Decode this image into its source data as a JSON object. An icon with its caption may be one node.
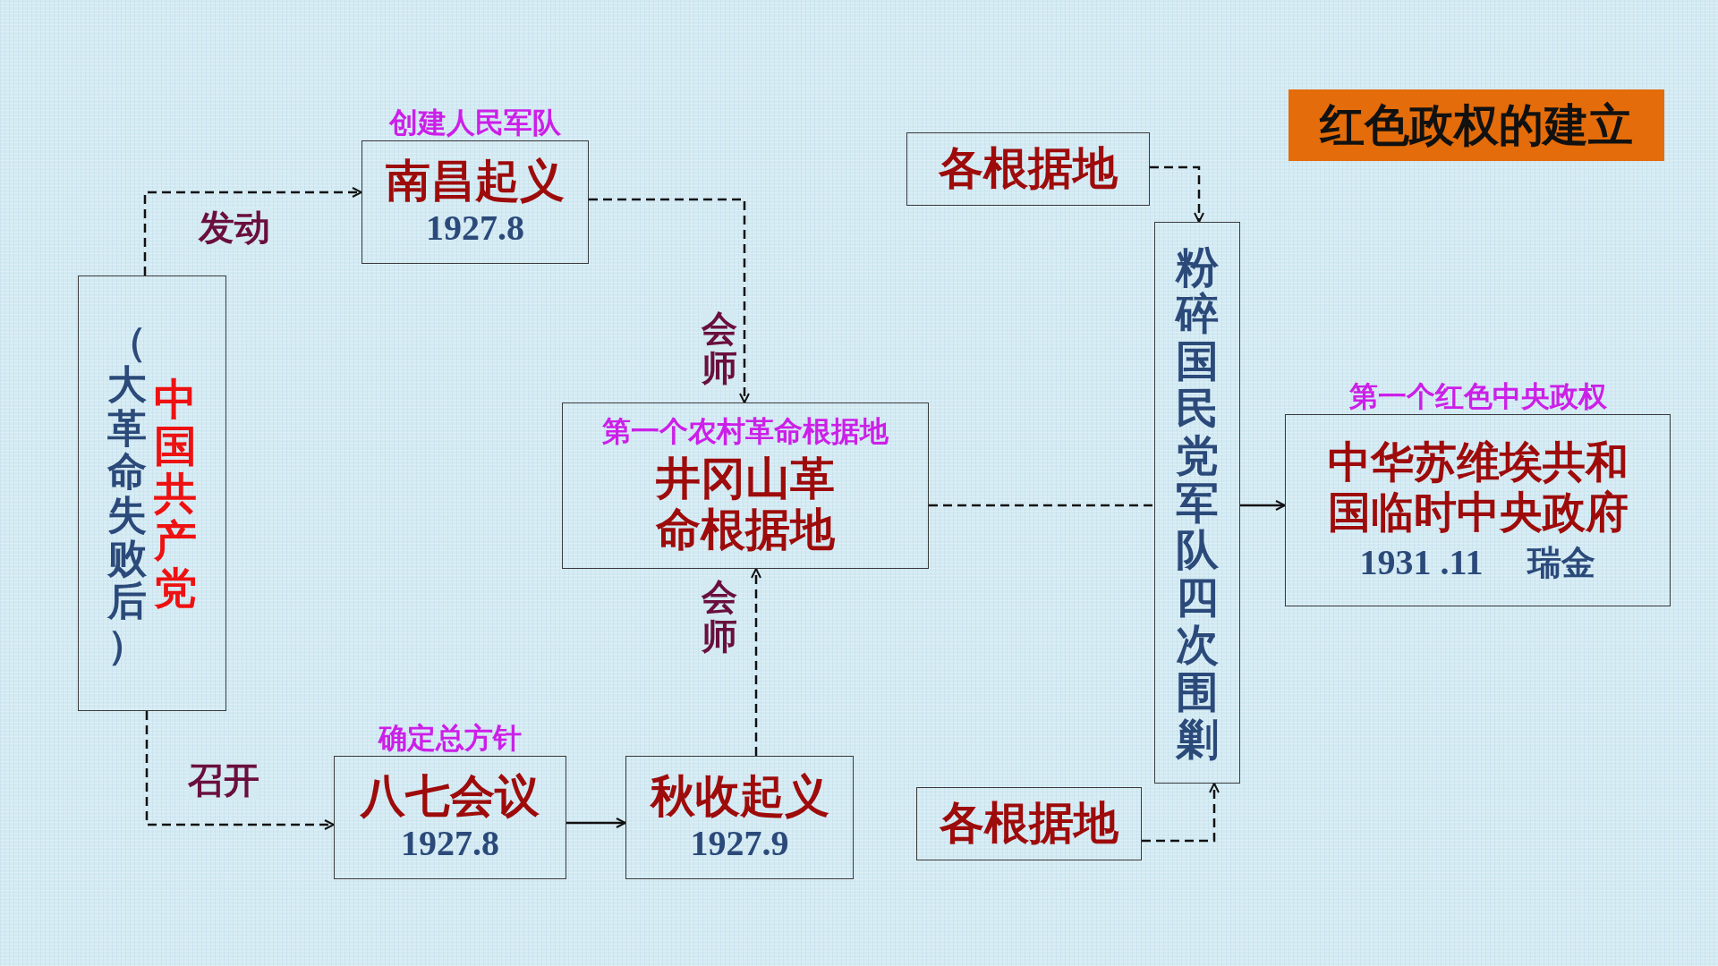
{
  "diagram": {
    "title": "红色政权的建立",
    "nodes": [
      {
        "text": [
          "（大革命失败后）",
          "中国共产党"
        ]
      },
      {
        "text": [
          "南昌起义",
          "1927.8"
        ],
        "beside": [
          "创建人民军队"
        ]
      },
      {
        "text": [
          "第一个农村革命根据地",
          "井冈山革命根据地"
        ]
      },
      {
        "text": [
          "八七会议",
          "1927.8"
        ],
        "beside": [
          "确定总方针"
        ]
      },
      {
        "text": [
          "秋收起义",
          "1927.9"
        ]
      },
      {
        "text": [
          "各根据地"
        ]
      },
      {
        "text": [
          "粉碎国民党军队四次围剿"
        ]
      },
      {
        "text": [
          "各根据地"
        ]
      },
      {
        "text": [
          "中华苏维埃共和国临时中央政府",
          "1931 .11",
          "瑞金"
        ],
        "beside": [
          "第一个红色中央政权"
        ]
      }
    ],
    "edges": [
      {
        "from": 0,
        "to": 1,
        "arrow": "to",
        "label": "发动",
        "style": "dashed"
      },
      {
        "from": 0,
        "to": 3,
        "arrow": "to",
        "label": "召开",
        "style": "dashed"
      },
      {
        "from": 1,
        "to": 2,
        "arrow": "to",
        "label": "会师",
        "style": "dashed"
      },
      {
        "from": 4,
        "to": 2,
        "arrow": "to",
        "label": "会师",
        "style": "dashed"
      },
      {
        "from": 3,
        "to": 4,
        "arrow": "to"
      },
      {
        "from": 2,
        "to": 6,
        "arrow": "none",
        "style": "dashed"
      },
      {
        "from": 5,
        "to": 6,
        "arrow": "to",
        "style": "dashed"
      },
      {
        "from": 7,
        "to": 6,
        "arrow": "to",
        "style": "dashed"
      },
      {
        "from": 6,
        "to": 8,
        "arrow": "to"
      }
    ]
  }
}
